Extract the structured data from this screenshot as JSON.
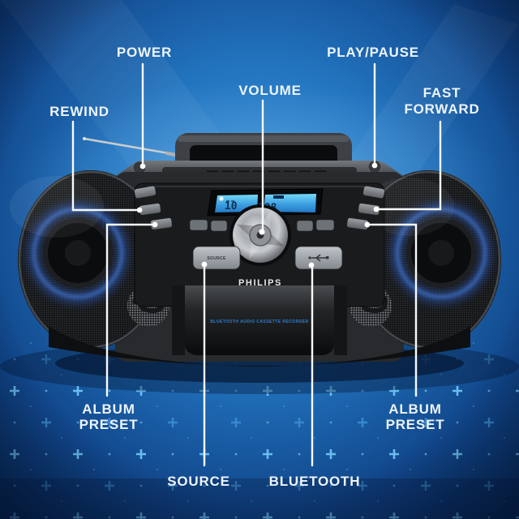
{
  "callouts": {
    "power": {
      "label": "POWER"
    },
    "play_pause": {
      "label": "PLAY/PAUSE"
    },
    "volume": {
      "label": "VOLUME"
    },
    "rewind": {
      "label": "REWIND"
    },
    "fast_forward": {
      "line1": "FAST",
      "line2": "FORWARD"
    },
    "album_preset_left": {
      "line1": "ALBUM",
      "line2": "PRESET"
    },
    "album_preset_right": {
      "line1": "ALBUM",
      "line2": "PRESET"
    },
    "source": {
      "label": "SOURCE"
    },
    "bluetooth": {
      "label": "BLUETOOTH"
    }
  },
  "device": {
    "brand": "PHILIPS",
    "tagline": "BLUETOOTH AUDIO CASSETTE RECORDER",
    "display": {
      "left_value": "10",
      "right_value": "328"
    },
    "buttons": {
      "source_label": "SOURCE"
    },
    "icons": {
      "usb_button_icon": "usb-trident",
      "display_status_icon": "round-indicator"
    }
  },
  "colors": {
    "background_blue": "#1f6cba",
    "deep_blue": "#082a58",
    "accent_plus": "#5fc0f4",
    "speaker_glow": "#2d63d4",
    "lcd_blue": "#4db5ee",
    "label_white": "#eef4f9"
  }
}
